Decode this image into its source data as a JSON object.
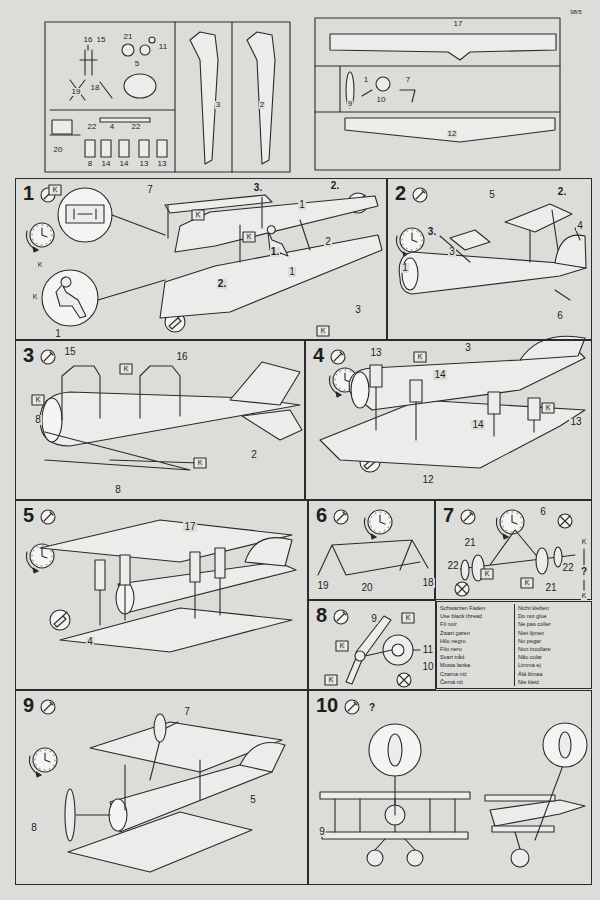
{
  "diagram": {
    "nodes": [
      {
        "text": [
          "1"
        ]
      },
      {
        "text": [
          "2"
        ]
      },
      {
        "text": [
          "3"
        ]
      },
      {
        "text": [
          "4"
        ]
      },
      {
        "text": [
          "5"
        ]
      },
      {
        "text": [
          "6"
        ]
      },
      {
        "text": [
          "7"
        ]
      },
      {
        "text": [
          "8"
        ]
      },
      {
        "text": [
          "Schwarzen Faden",
          "Use black thread",
          "Fil noir",
          "Zwart garen",
          "Hilo negro",
          "Filo nero",
          "Svart tråd",
          "Musta lanka",
          "Czarna nić",
          "Černá nit",
          "Nicht kleben",
          "Do not glue",
          "Ne pas coller",
          "Niet lijmen",
          "No pegar",
          "Non incollare",
          "Não colar",
          "Limma ej",
          "Älä liimaa",
          "Nie kleić"
        ]
      },
      {
        "text": [
          "9"
        ]
      },
      {
        "text": [
          "10"
        ]
      }
    ],
    "labels": [
      "98/5",
      "16",
      "15",
      "21",
      "11",
      "5",
      "19",
      "18",
      "22",
      "4",
      "22",
      "3",
      "2",
      "20",
      "8",
      "14",
      "14",
      "13",
      "13",
      "17",
      "1",
      "10",
      "7",
      "9",
      "12",
      "7",
      "3.",
      "2.",
      "1",
      "2",
      "1.",
      "1",
      "2.",
      "3",
      "1",
      "K",
      "K",
      "K",
      "K",
      "K",
      "K",
      "5",
      "2.",
      "4",
      "3.",
      "3",
      "1",
      "6",
      "15",
      "16",
      "K",
      "K",
      "8",
      "2",
      "K",
      "8",
      "13",
      "K",
      "3",
      "14",
      "K",
      "14",
      "13",
      "12",
      "17",
      "4",
      "19",
      "20",
      "18",
      "6",
      "21",
      "22",
      "K",
      "K",
      "22",
      "21",
      "K",
      "?",
      "K",
      "9",
      "K",
      "K",
      "11",
      "K",
      "10",
      "7",
      "5",
      "8",
      "?",
      "9"
    ]
  }
}
